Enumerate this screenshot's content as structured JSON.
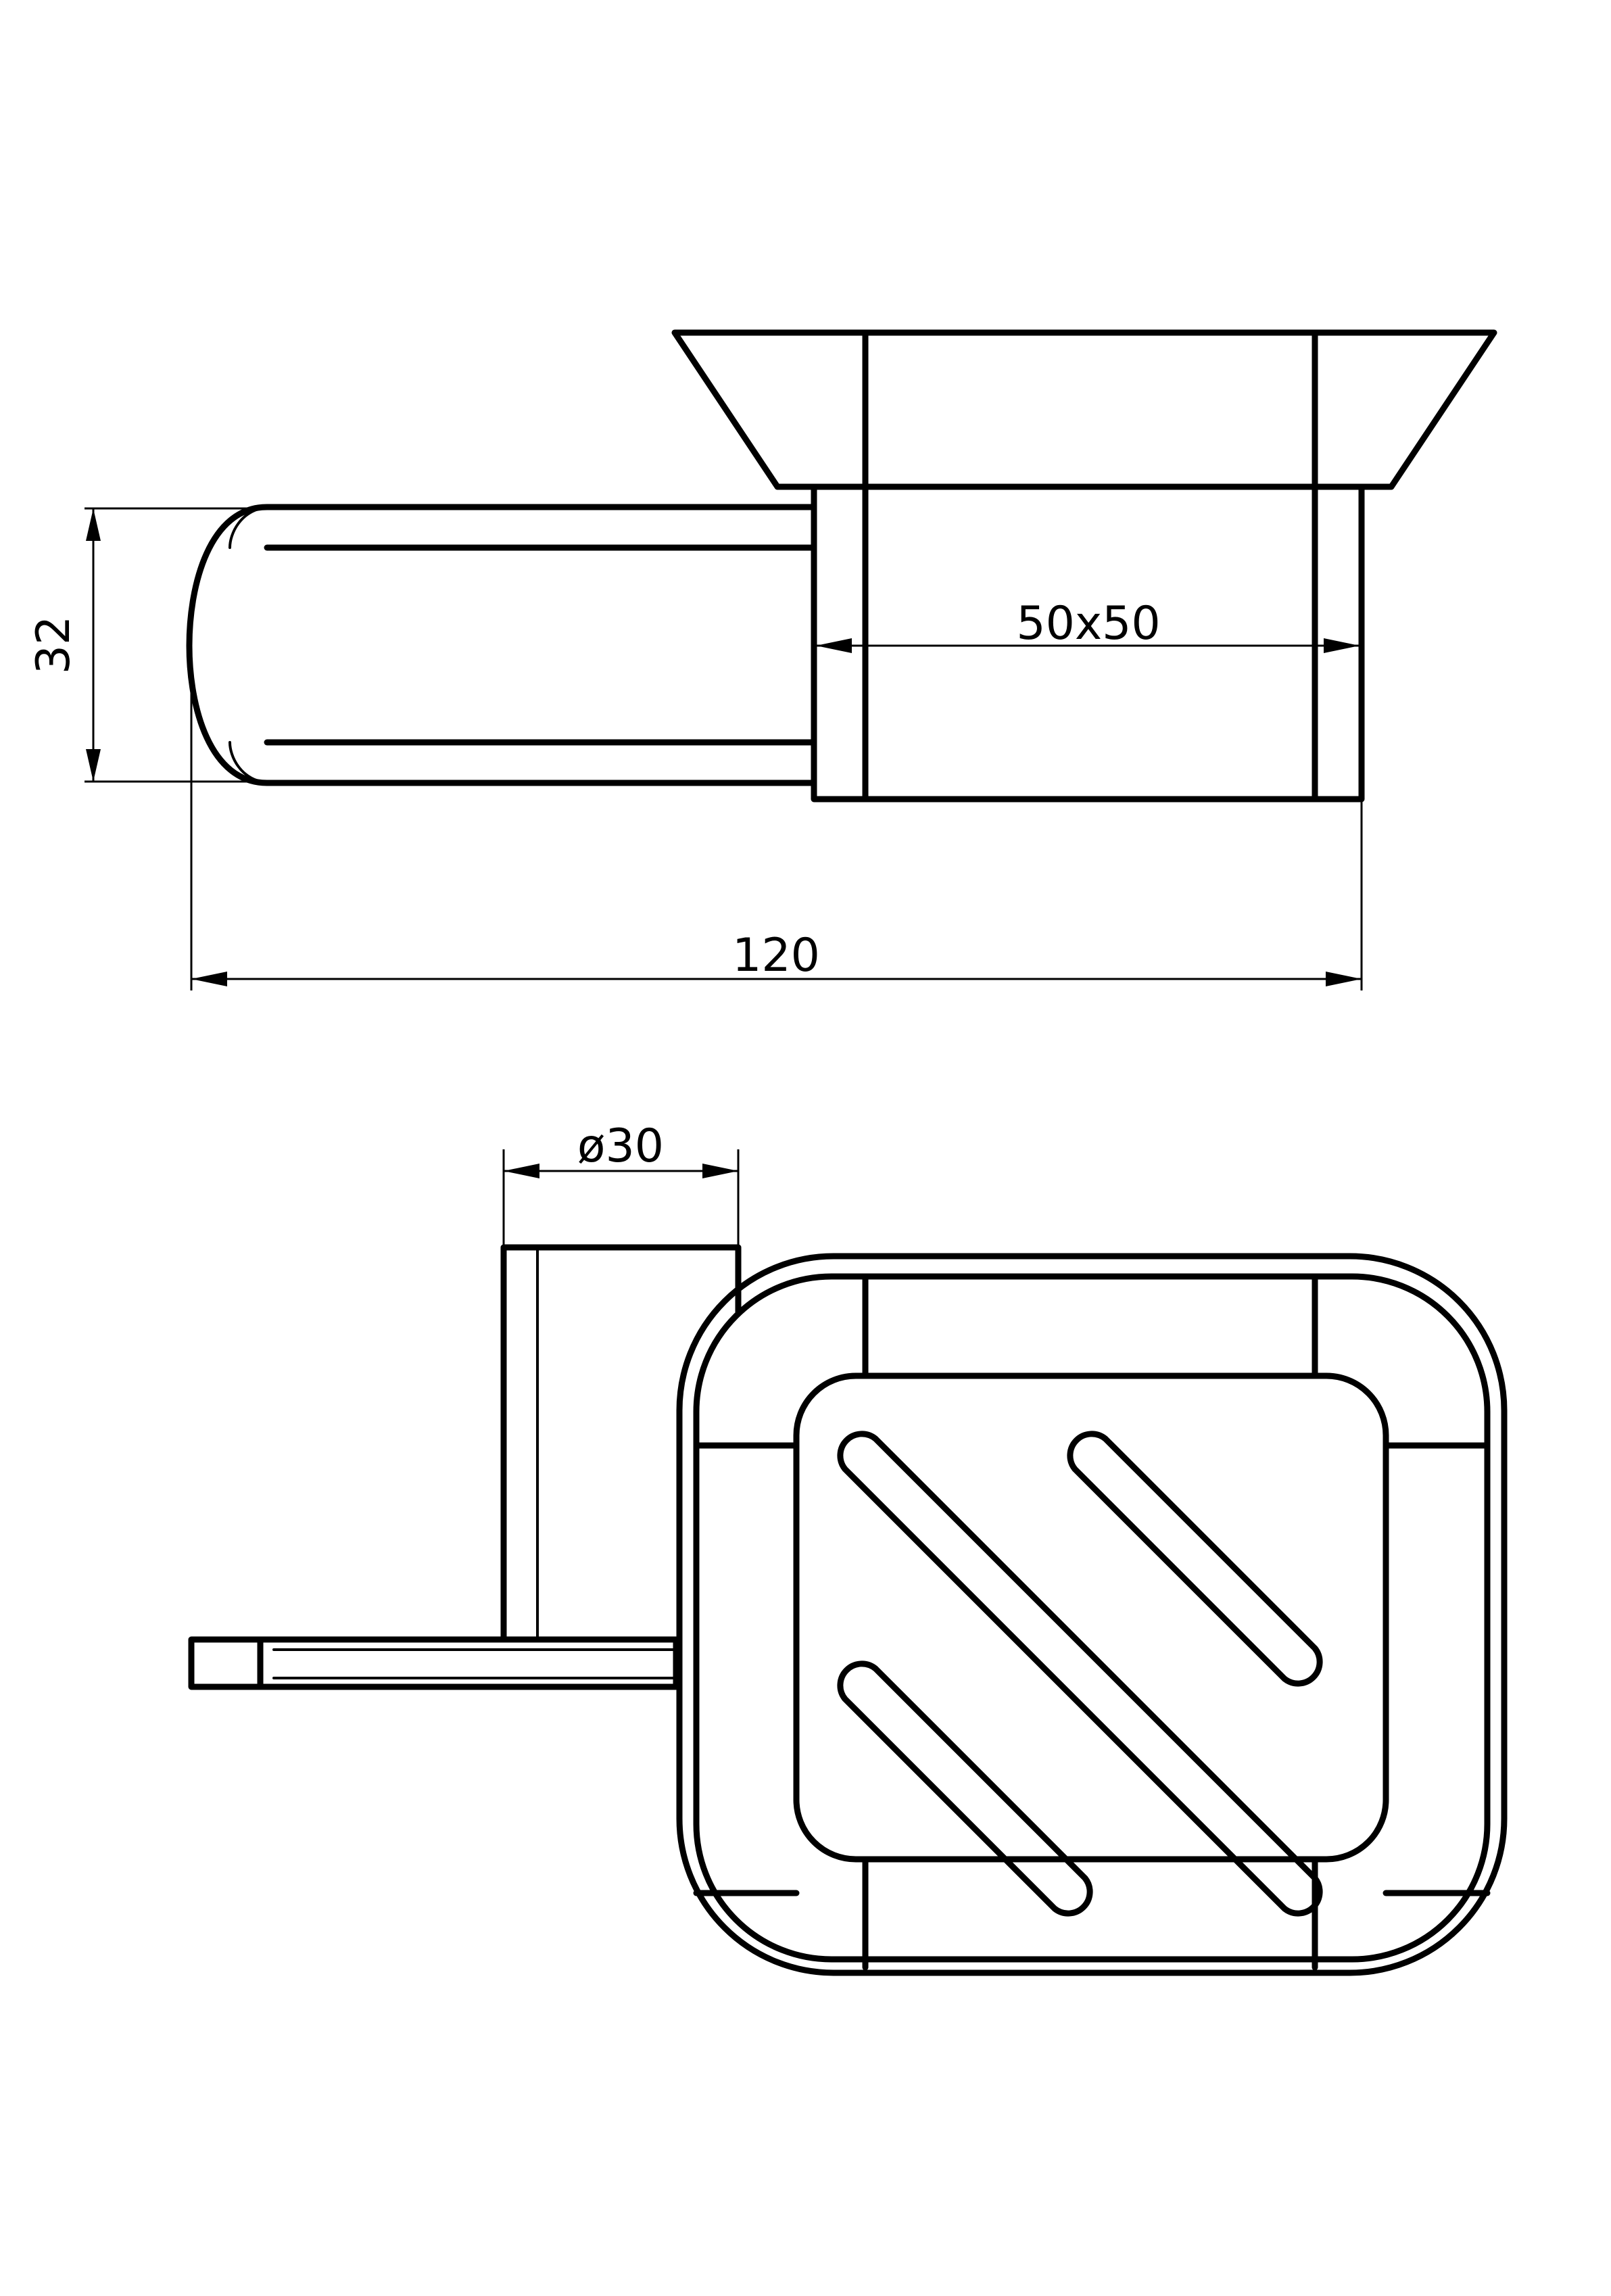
{
  "dimensions": {
    "height_label": "32",
    "mount_label": "50x50",
    "length_label": "120",
    "diameter_label": "ø30"
  },
  "colors": {
    "line": "#000000",
    "background": "#ffffff"
  }
}
